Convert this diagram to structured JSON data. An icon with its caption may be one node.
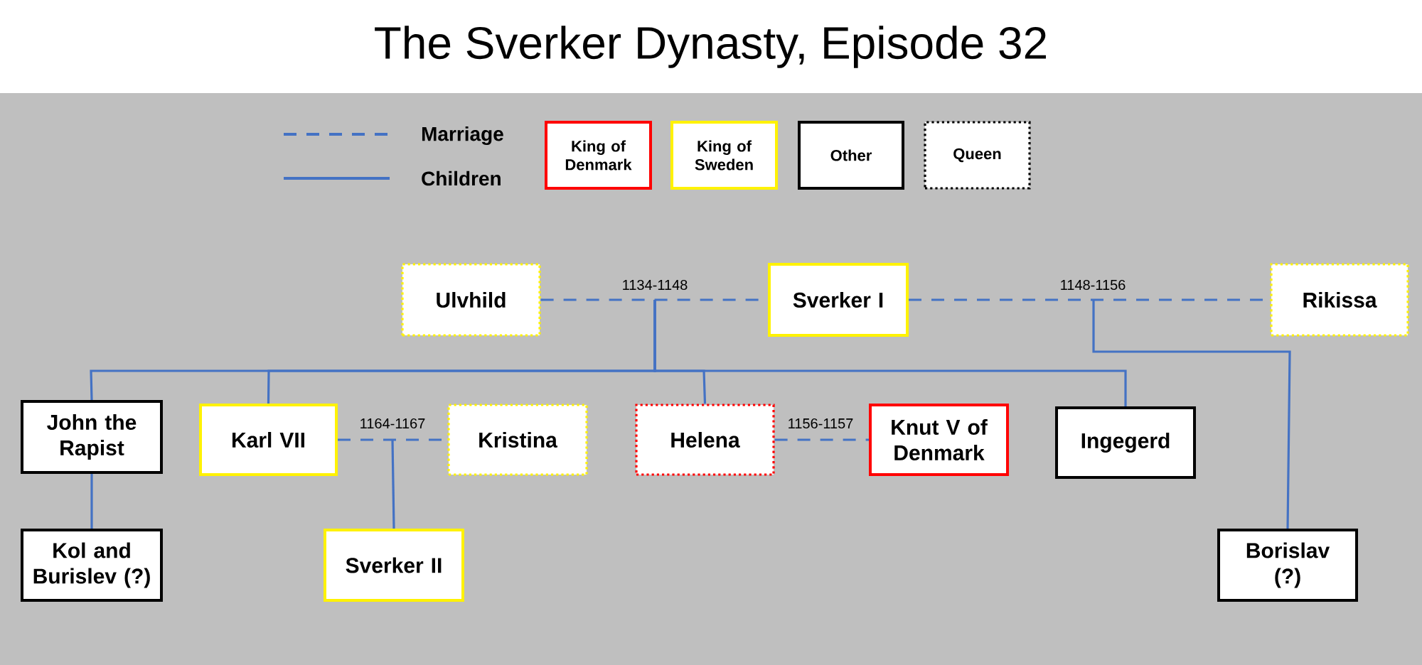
{
  "diagram": {
    "title": "The Sverker Dynasty, Episode 32",
    "nodes": [
      {
        "text": [
          "Ulvhild"
        ]
      },
      {
        "text": [
          "Sverker I"
        ]
      },
      {
        "text": [
          "Rikissa"
        ]
      },
      {
        "text": [
          "John the Rapist"
        ]
      },
      {
        "text": [
          "Karl VII"
        ]
      },
      {
        "text": [
          "Kristina"
        ]
      },
      {
        "text": [
          "Helena"
        ]
      },
      {
        "text": [
          "Knut V of Denmark"
        ]
      },
      {
        "text": [
          "Ingegerd"
        ]
      },
      {
        "text": [
          "Kol and Burislev (?)"
        ]
      },
      {
        "text": [
          "Sverker II"
        ]
      },
      {
        "text": [
          "Borislav (?)"
        ]
      }
    ],
    "edges": [
      {
        "from": 0,
        "to": 1,
        "arrow": "none",
        "style": "dashed",
        "label": "1134-1148"
      },
      {
        "from": 1,
        "to": 2,
        "arrow": "none",
        "style": "dashed",
        "label": "1148-1156"
      },
      {
        "from": null,
        "to": 3,
        "arrow": "none"
      },
      {
        "from": null,
        "to": 4,
        "arrow": "none"
      },
      {
        "from": null,
        "to": 6,
        "arrow": "none"
      },
      {
        "from": null,
        "to": 8,
        "arrow": "none"
      },
      {
        "from": null,
        "to": 11,
        "arrow": "none"
      },
      {
        "from": 4,
        "to": 5,
        "arrow": "none",
        "style": "dashed",
        "label": "1164-1167"
      },
      {
        "from": null,
        "to": 10,
        "arrow": "none"
      },
      {
        "from": 6,
        "to": 7,
        "arrow": "none",
        "style": "dashed",
        "label": "1156-1157"
      },
      {
        "from": 3,
        "to": 9,
        "arrow": "none"
      }
    ],
    "legend": [
      {
        "text": "Marriage"
      },
      {
        "text": "Children"
      },
      {
        "text": "King of Denmark"
      },
      {
        "text": "King of Sweden"
      },
      {
        "text": "Other"
      },
      {
        "text": "Queen"
      }
    ]
  }
}
